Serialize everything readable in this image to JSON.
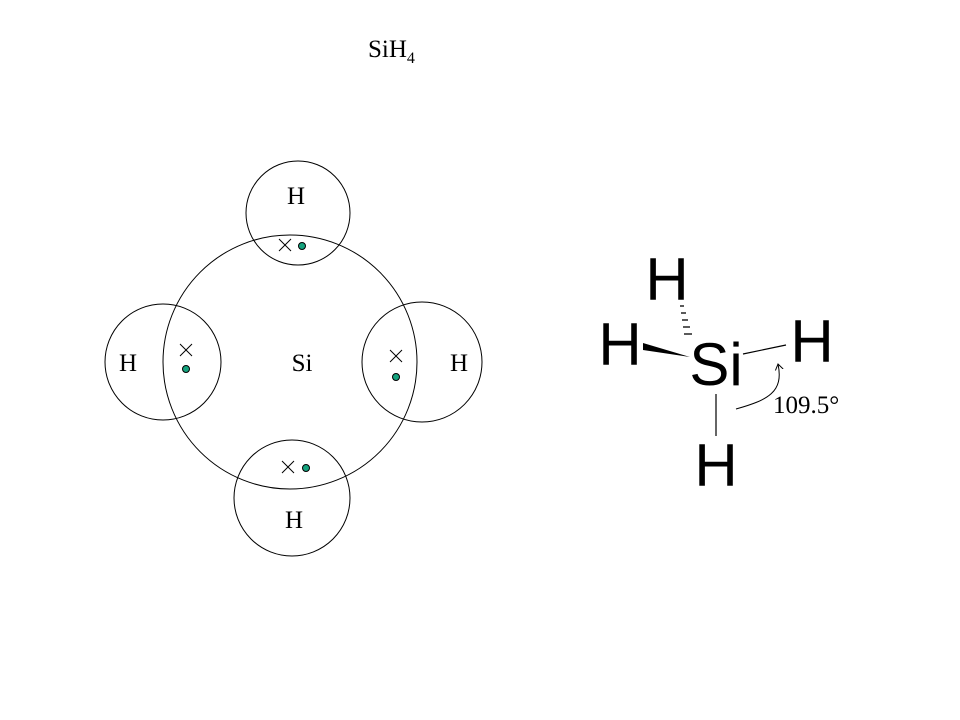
{
  "title": {
    "formula": "SiH",
    "subscript": "4"
  },
  "dot_cross": {
    "center_label": "Si",
    "top_label": "H",
    "left_label": "H",
    "right_label": "H",
    "bottom_label": "H"
  },
  "structural": {
    "center_label": "Si",
    "top_label": "H",
    "left_label": "H",
    "right_label": "H",
    "bottom_label": "H",
    "angle_label": "109.5°"
  },
  "colors": {
    "electron_dot": "#16a37e",
    "line": "#000000"
  }
}
